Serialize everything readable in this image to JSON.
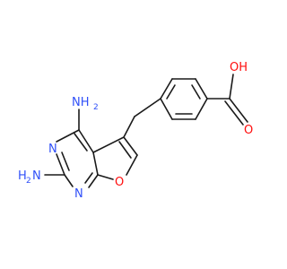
{
  "molecule": {
    "atoms": [
      {
        "id": "o_acid",
        "element": "O",
        "label": "OH",
        "h": "H",
        "color": "#ff0d0d"
      },
      {
        "id": "o_carb",
        "element": "O",
        "label": "O",
        "color": "#ff0d0d"
      },
      {
        "id": "n_top",
        "element": "N",
        "label": "NH",
        "sub": "2",
        "color": "#3050f8"
      },
      {
        "id": "n_ring1",
        "element": "N",
        "label": "N",
        "color": "#3050f8"
      },
      {
        "id": "n_left",
        "element": "N",
        "label": "H",
        "sub": "2",
        "tail": "N",
        "color": "#3050f8"
      },
      {
        "id": "n_ring2",
        "element": "N",
        "label": "N",
        "color": "#3050f8"
      },
      {
        "id": "o_furan",
        "element": "O",
        "label": "O",
        "color": "#ff0d0d"
      }
    ]
  }
}
